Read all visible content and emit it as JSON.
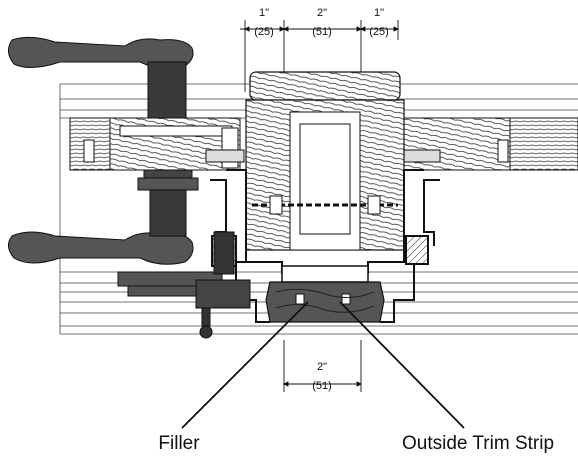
{
  "dimensions": {
    "top": [
      {
        "inch": "1\"",
        "mm": "(25)"
      },
      {
        "inch": "2\"",
        "mm": "(51)"
      },
      {
        "inch": "1\"",
        "mm": "(25)"
      }
    ],
    "bottom": {
      "inch": "2\"",
      "mm": "(51)"
    }
  },
  "callouts": {
    "filler": "Filler",
    "outside_trim_strip": "Outside Trim Strip"
  },
  "colors": {
    "line": "#111111",
    "handle": "#555555",
    "wood_fill": "#ffffff",
    "glass": "#e6e6e6"
  }
}
